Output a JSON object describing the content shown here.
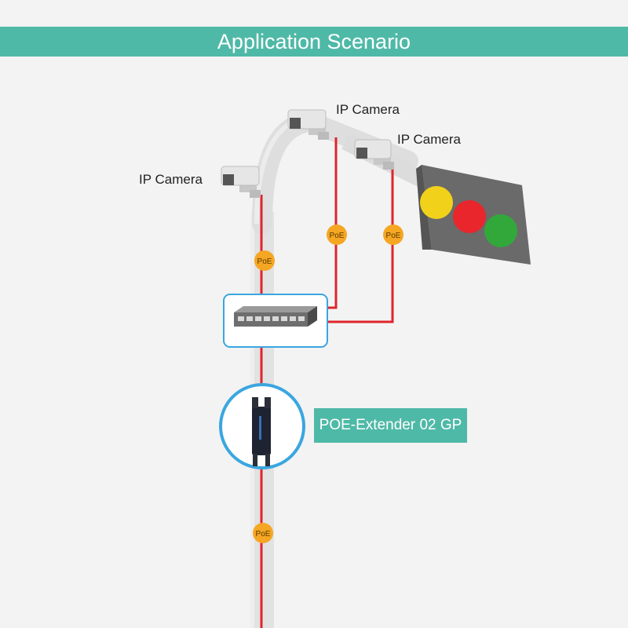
{
  "title": "Application Scenario",
  "cameras": [
    {
      "label": "IP Camera"
    },
    {
      "label": "IP Camera"
    },
    {
      "label": "IP Camera"
    }
  ],
  "poe_badges": [
    {
      "label": "PoE"
    },
    {
      "label": "PoE"
    },
    {
      "label": "PoE"
    },
    {
      "label": "PoE"
    }
  ],
  "extender": {
    "label": "POE-Extender 02 GP"
  },
  "colors": {
    "banner": "#4fb9a7",
    "cable": "#e0242c",
    "poe_badge": "#f5a623",
    "highlight_ring": "#3aa6e0",
    "traffic_yellow": "#f2d11a",
    "traffic_red": "#e8262b",
    "traffic_green": "#32a83a"
  }
}
